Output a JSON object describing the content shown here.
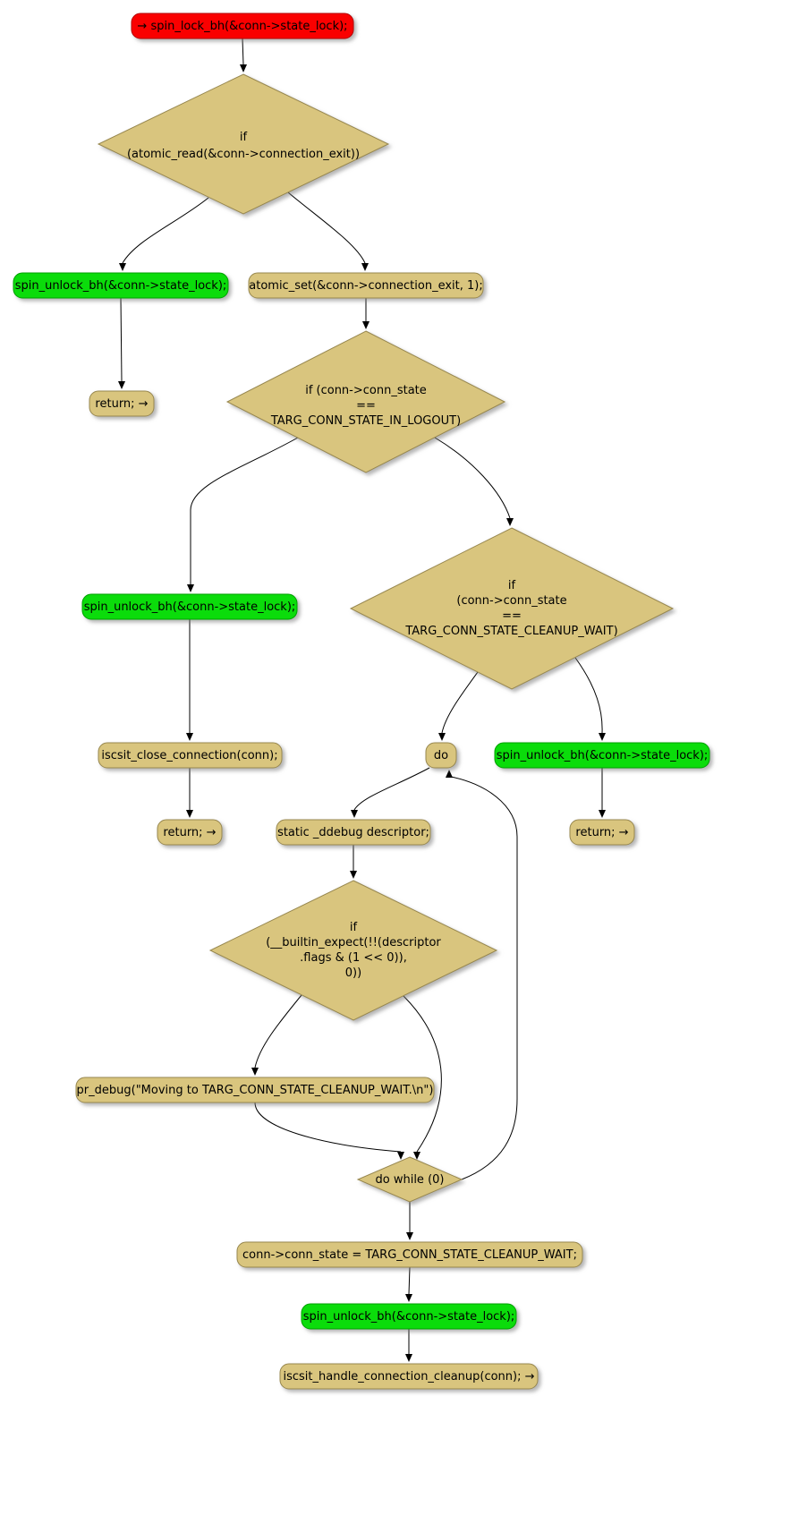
{
  "diagram": {
    "type": "flowchart",
    "description": "Control-flow graph of iSCSI target connection-exit handling",
    "colors": {
      "node_fill": "#D9C57E",
      "lock_fill": "#FA0000",
      "unlock_fill": "#0BDC0B",
      "edge": "#000000",
      "background": "#ffffff"
    },
    "nodes": {
      "start_lock": {
        "shape": "rounded-rect",
        "lines": [
          "→ spin_lock_bh(&conn->state_lock);"
        ]
      },
      "if_connection_exit": {
        "shape": "diamond",
        "lines": [
          "if",
          "(atomic_read(&conn->connection_exit))"
        ]
      },
      "unlock_a": {
        "shape": "rounded-rect",
        "lines": [
          "spin_unlock_bh(&conn->state_lock);"
        ]
      },
      "atomic_set": {
        "shape": "rounded-rect",
        "lines": [
          "atomic_set(&conn->connection_exit, 1);"
        ]
      },
      "return_a": {
        "shape": "rounded-rect",
        "lines": [
          "return; →"
        ]
      },
      "if_in_logout": {
        "shape": "diamond",
        "lines": [
          "if (conn->conn_state",
          "==",
          "TARG_CONN_STATE_IN_LOGOUT)"
        ]
      },
      "unlock_b": {
        "shape": "rounded-rect",
        "lines": [
          "spin_unlock_bh(&conn->state_lock);"
        ]
      },
      "if_cleanup_wait": {
        "shape": "diamond",
        "lines": [
          "if",
          "(conn->conn_state",
          "==",
          "TARG_CONN_STATE_CLEANUP_WAIT)"
        ]
      },
      "close_connection": {
        "shape": "rounded-rect",
        "lines": [
          "iscsit_close_connection(conn);"
        ]
      },
      "do_loop": {
        "shape": "rounded-rect",
        "lines": [
          "do"
        ]
      },
      "unlock_c": {
        "shape": "rounded-rect",
        "lines": [
          "spin_unlock_bh(&conn->state_lock);"
        ]
      },
      "return_b": {
        "shape": "rounded-rect",
        "lines": [
          "return; →"
        ]
      },
      "static_ddebug": {
        "shape": "rounded-rect",
        "lines": [
          "static _ddebug descriptor;"
        ]
      },
      "return_c": {
        "shape": "rounded-rect",
        "lines": [
          "return; →"
        ]
      },
      "if_builtin_expect": {
        "shape": "diamond",
        "lines": [
          "if",
          "(__builtin_expect(!!(descriptor",
          ".flags & (1 << 0)),",
          "0))"
        ]
      },
      "pr_debug": {
        "shape": "rounded-rect",
        "lines": [
          "pr_debug(\"Moving to TARG_CONN_STATE_CLEANUP_WAIT.\\n\")"
        ]
      },
      "do_while": {
        "shape": "diamond",
        "lines": [
          "do while (0)"
        ]
      },
      "set_conn_state": {
        "shape": "rounded-rect",
        "lines": [
          "conn->conn_state = TARG_CONN_STATE_CLEANUP_WAIT;"
        ]
      },
      "unlock_d": {
        "shape": "rounded-rect",
        "lines": [
          "spin_unlock_bh(&conn->state_lock);"
        ]
      },
      "handle_cleanup": {
        "shape": "rounded-rect",
        "lines": [
          "iscsit_handle_connection_cleanup(conn); →"
        ]
      }
    },
    "edges": [
      {
        "from": "start_lock",
        "to": "if_connection_exit"
      },
      {
        "from": "if_connection_exit",
        "to": "unlock_a"
      },
      {
        "from": "if_connection_exit",
        "to": "atomic_set"
      },
      {
        "from": "unlock_a",
        "to": "return_a"
      },
      {
        "from": "atomic_set",
        "to": "if_in_logout"
      },
      {
        "from": "if_in_logout",
        "to": "unlock_b"
      },
      {
        "from": "if_in_logout",
        "to": "if_cleanup_wait"
      },
      {
        "from": "unlock_b",
        "to": "close_connection"
      },
      {
        "from": "close_connection",
        "to": "return_b"
      },
      {
        "from": "if_cleanup_wait",
        "to": "do_loop"
      },
      {
        "from": "if_cleanup_wait",
        "to": "unlock_c"
      },
      {
        "from": "unlock_c",
        "to": "return_c"
      },
      {
        "from": "do_loop",
        "to": "static_ddebug"
      },
      {
        "from": "static_ddebug",
        "to": "if_builtin_expect"
      },
      {
        "from": "if_builtin_expect",
        "to": "pr_debug"
      },
      {
        "from": "if_builtin_expect",
        "to": "do_while"
      },
      {
        "from": "pr_debug",
        "to": "do_while"
      },
      {
        "from": "do_while",
        "to": "do_loop"
      },
      {
        "from": "do_while",
        "to": "set_conn_state"
      },
      {
        "from": "set_conn_state",
        "to": "unlock_d"
      },
      {
        "from": "unlock_d",
        "to": "handle_cleanup"
      }
    ]
  }
}
